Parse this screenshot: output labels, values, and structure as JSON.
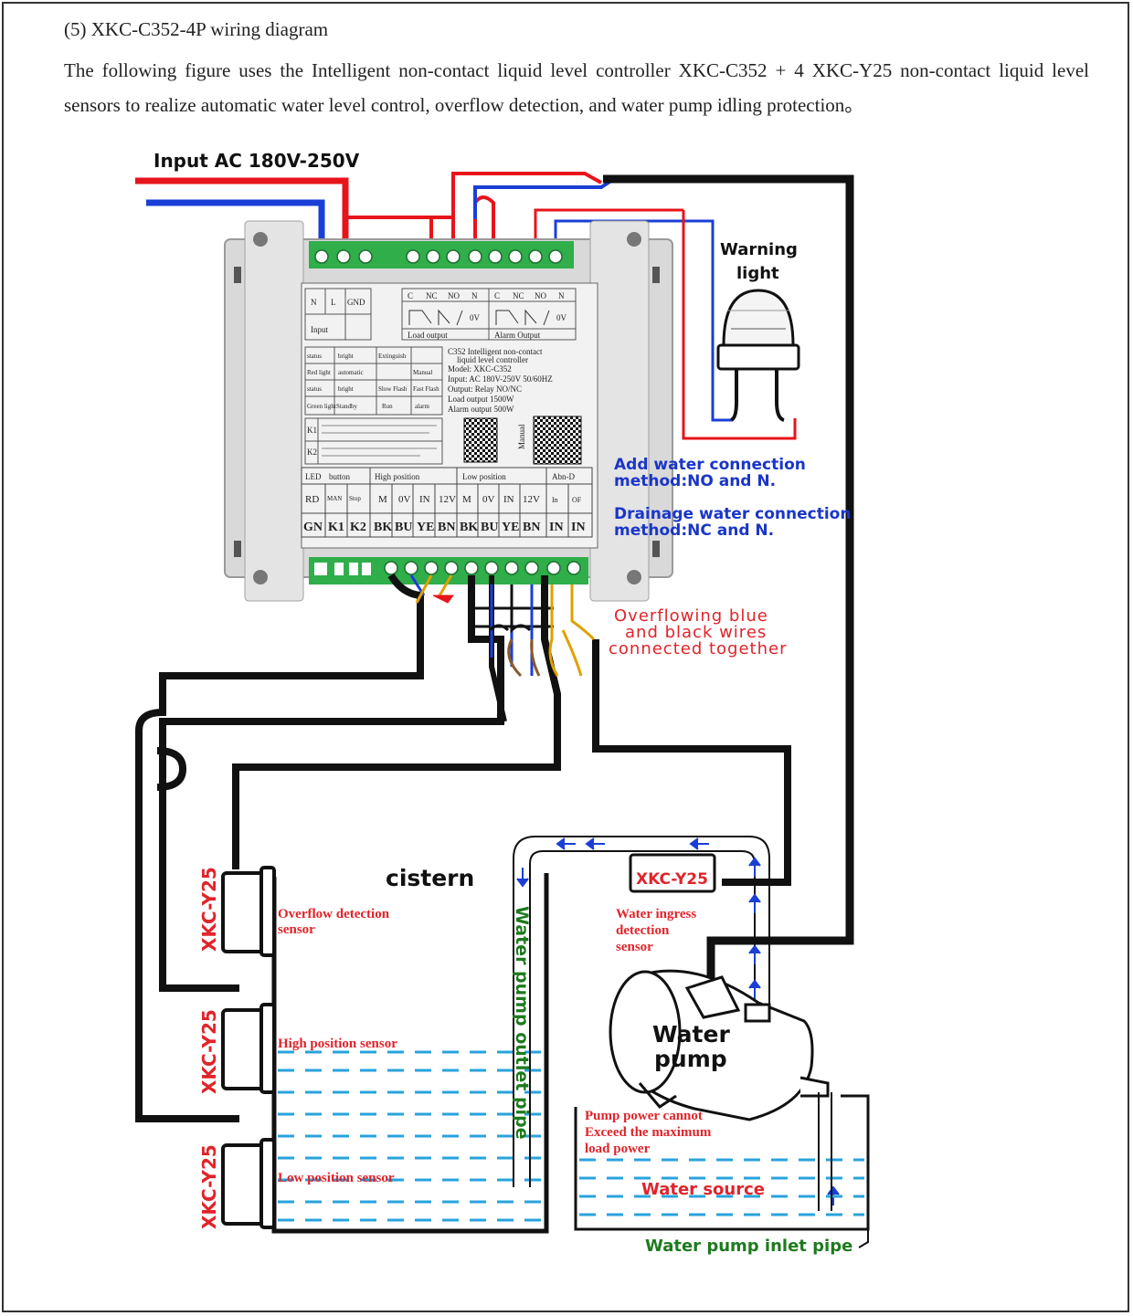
{
  "heading": "(5) XKC-C352-4P wiring diagram",
  "intro": "The following figure uses the Intelligent non-contact liquid level controller XKC-C352  + 4 XKC-Y25 non-contact liquid level sensors to realize automatic water level control, overflow detection, and water pump idling protection。",
  "labels": {
    "input_ac": "Input AC 180V-250V",
    "warning_light_1": "Warning",
    "warning_light_2": "light",
    "add_water_1": "Add water connection",
    "add_water_2": "method:NO and N.",
    "drainage_1": "Drainage water connection",
    "drainage_2": "method:NC and N.",
    "overflow_wires_1": "Overflowing blue",
    "overflow_wires_2": "and black wires",
    "overflow_wires_3": "connected together",
    "cistern": "cistern",
    "sensor_model": "XKC-Y25",
    "overflow_sensor_1": "Overflow detection",
    "overflow_sensor_2": "sensor",
    "high_sensor": "High position sensor",
    "low_sensor": "Low position sensor",
    "outlet_pipe": "Water pump outlet pipe",
    "ingress_1": "Water ingress",
    "ingress_2": "detection",
    "ingress_3": "sensor",
    "pump_1": "Water",
    "pump_2": "pump",
    "pump_power_1": "Pump power cannot",
    "pump_power_2": "Exceed the maximum",
    "pump_power_3": "load power",
    "water_source": "Water source",
    "inlet_pipe": "Water pump inlet pipe"
  },
  "panel": {
    "top_cells": [
      "N",
      "L",
      "GND",
      "C",
      "NC",
      "NO",
      "N",
      "C",
      "NC",
      "NO",
      "N"
    ],
    "input_label": "Input",
    "load_output": "Load output",
    "alarm_output": "Alarm Output",
    "zero_v": "0V",
    "info_lines": [
      "C352 Intelligent non-contact",
      "liquid level controller",
      "Model: XKC-C352",
      "Input: AC 180V-250V 50/60HZ",
      "Output: Relay NO/NC",
      "Load output 1500W",
      "Alarm output 500W"
    ],
    "status_rows": [
      [
        "status",
        "bright",
        "Extinguish",
        "Manual"
      ],
      [
        "Red light",
        "automatic",
        "",
        ""
      ],
      [
        "status",
        "bright",
        "Slow Flash",
        "Fast Flash"
      ],
      [
        "Green light",
        "Standby",
        "Run",
        "alarm"
      ]
    ],
    "k1_text": "K1",
    "k2_text": "K2",
    "manual_text": "Manual",
    "bottom_head": [
      "LED",
      "button",
      "High position",
      "Low position",
      "Abn-D"
    ],
    "bottom_mid": [
      "RD",
      "MAN",
      "Stop",
      "M",
      "0V",
      "IN",
      "12V",
      "M",
      "0V",
      "IN",
      "12V",
      "In",
      "OF"
    ],
    "bottom_low": [
      "GN",
      "K1",
      "K2",
      "BK",
      "BU",
      "YE",
      "BN",
      "BK",
      "BU",
      "YE",
      "BN",
      "IN",
      "IN"
    ]
  },
  "colors": {
    "live_wire": "#e8141b",
    "neutral_wire": "#1a3fd6",
    "signal_wire": "#111111",
    "annotation_red": "#e0242b",
    "annotation_blue": "#1a36c8",
    "pipe_label_green": "#1e7a1e",
    "water_dash": "#29a3dc",
    "case_gray": "#d9d9d9",
    "terminal_green": "#2fae4a"
  },
  "icons": [
    "warning-light-icon",
    "water-pump-icon",
    "sensor-icon",
    "qr-code-icon",
    "flow-arrow-icon"
  ]
}
